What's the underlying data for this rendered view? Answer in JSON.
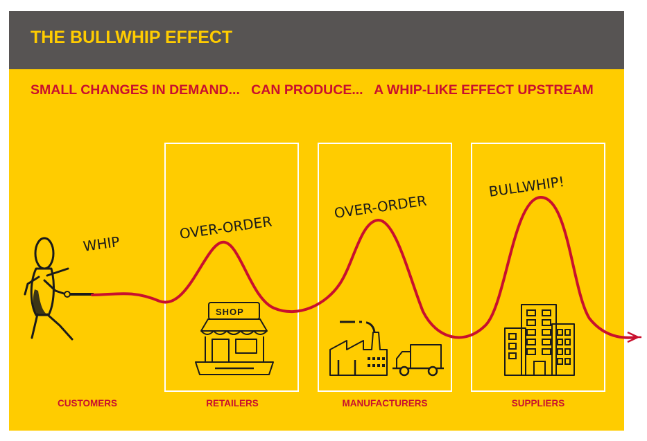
{
  "header": {
    "title": "THE BULLWHIP EFFECT"
  },
  "subtitle": "SMALL CHANGES IN DEMAND...   CAN PRODUCE...   A WHIP-LIKE EFFECT UPSTREAM",
  "annotations": {
    "whip": "WHIP",
    "over_order_1": "OVER-ORDER",
    "over_order_2": "OVER-ORDER",
    "bullwhip": "BULLWHIP!"
  },
  "shop_sign": "SHOP",
  "stages": [
    {
      "label": "CUSTOMERS",
      "icon": "person-pulling-whip-icon"
    },
    {
      "label": "RETAILERS",
      "icon": "shop-icon"
    },
    {
      "label": "MANUFACTURERS",
      "icon": "factory-truck-icon"
    },
    {
      "label": "SUPPLIERS",
      "icon": "office-building-icon"
    }
  ],
  "colors": {
    "header_bg": "#575453",
    "panel_bg": "#FFCC00",
    "title": "#FFCC00",
    "accent_red": "#C8102E",
    "box_outline": "#ffffff",
    "ink": "#1a1a1a"
  }
}
